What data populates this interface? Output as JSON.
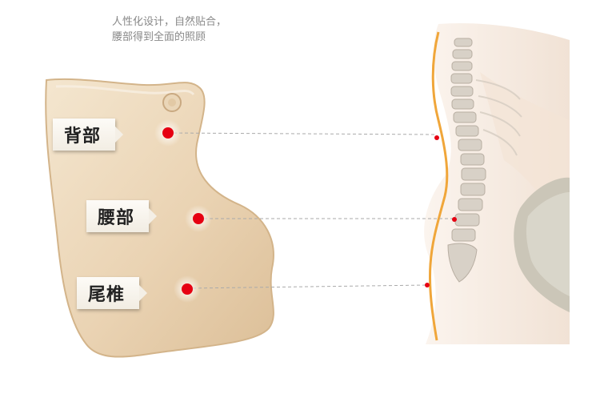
{
  "tagline": {
    "line1": "人性化设计，自然贴合，",
    "line2": "腰部得到全面的照顾"
  },
  "callouts": [
    {
      "label": "背部"
    },
    {
      "label": "腰部"
    },
    {
      "label": "尾椎"
    }
  ],
  "colors": {
    "cushion": "#ecd8bc",
    "marker": "#e60012",
    "spine_line": "#f0a63a",
    "body": "#f6ebe1",
    "bone": "#cfc7bd"
  },
  "icons": [
    "cushion-illustration",
    "spine-illustration",
    "marker-dot",
    "leader-line"
  ]
}
